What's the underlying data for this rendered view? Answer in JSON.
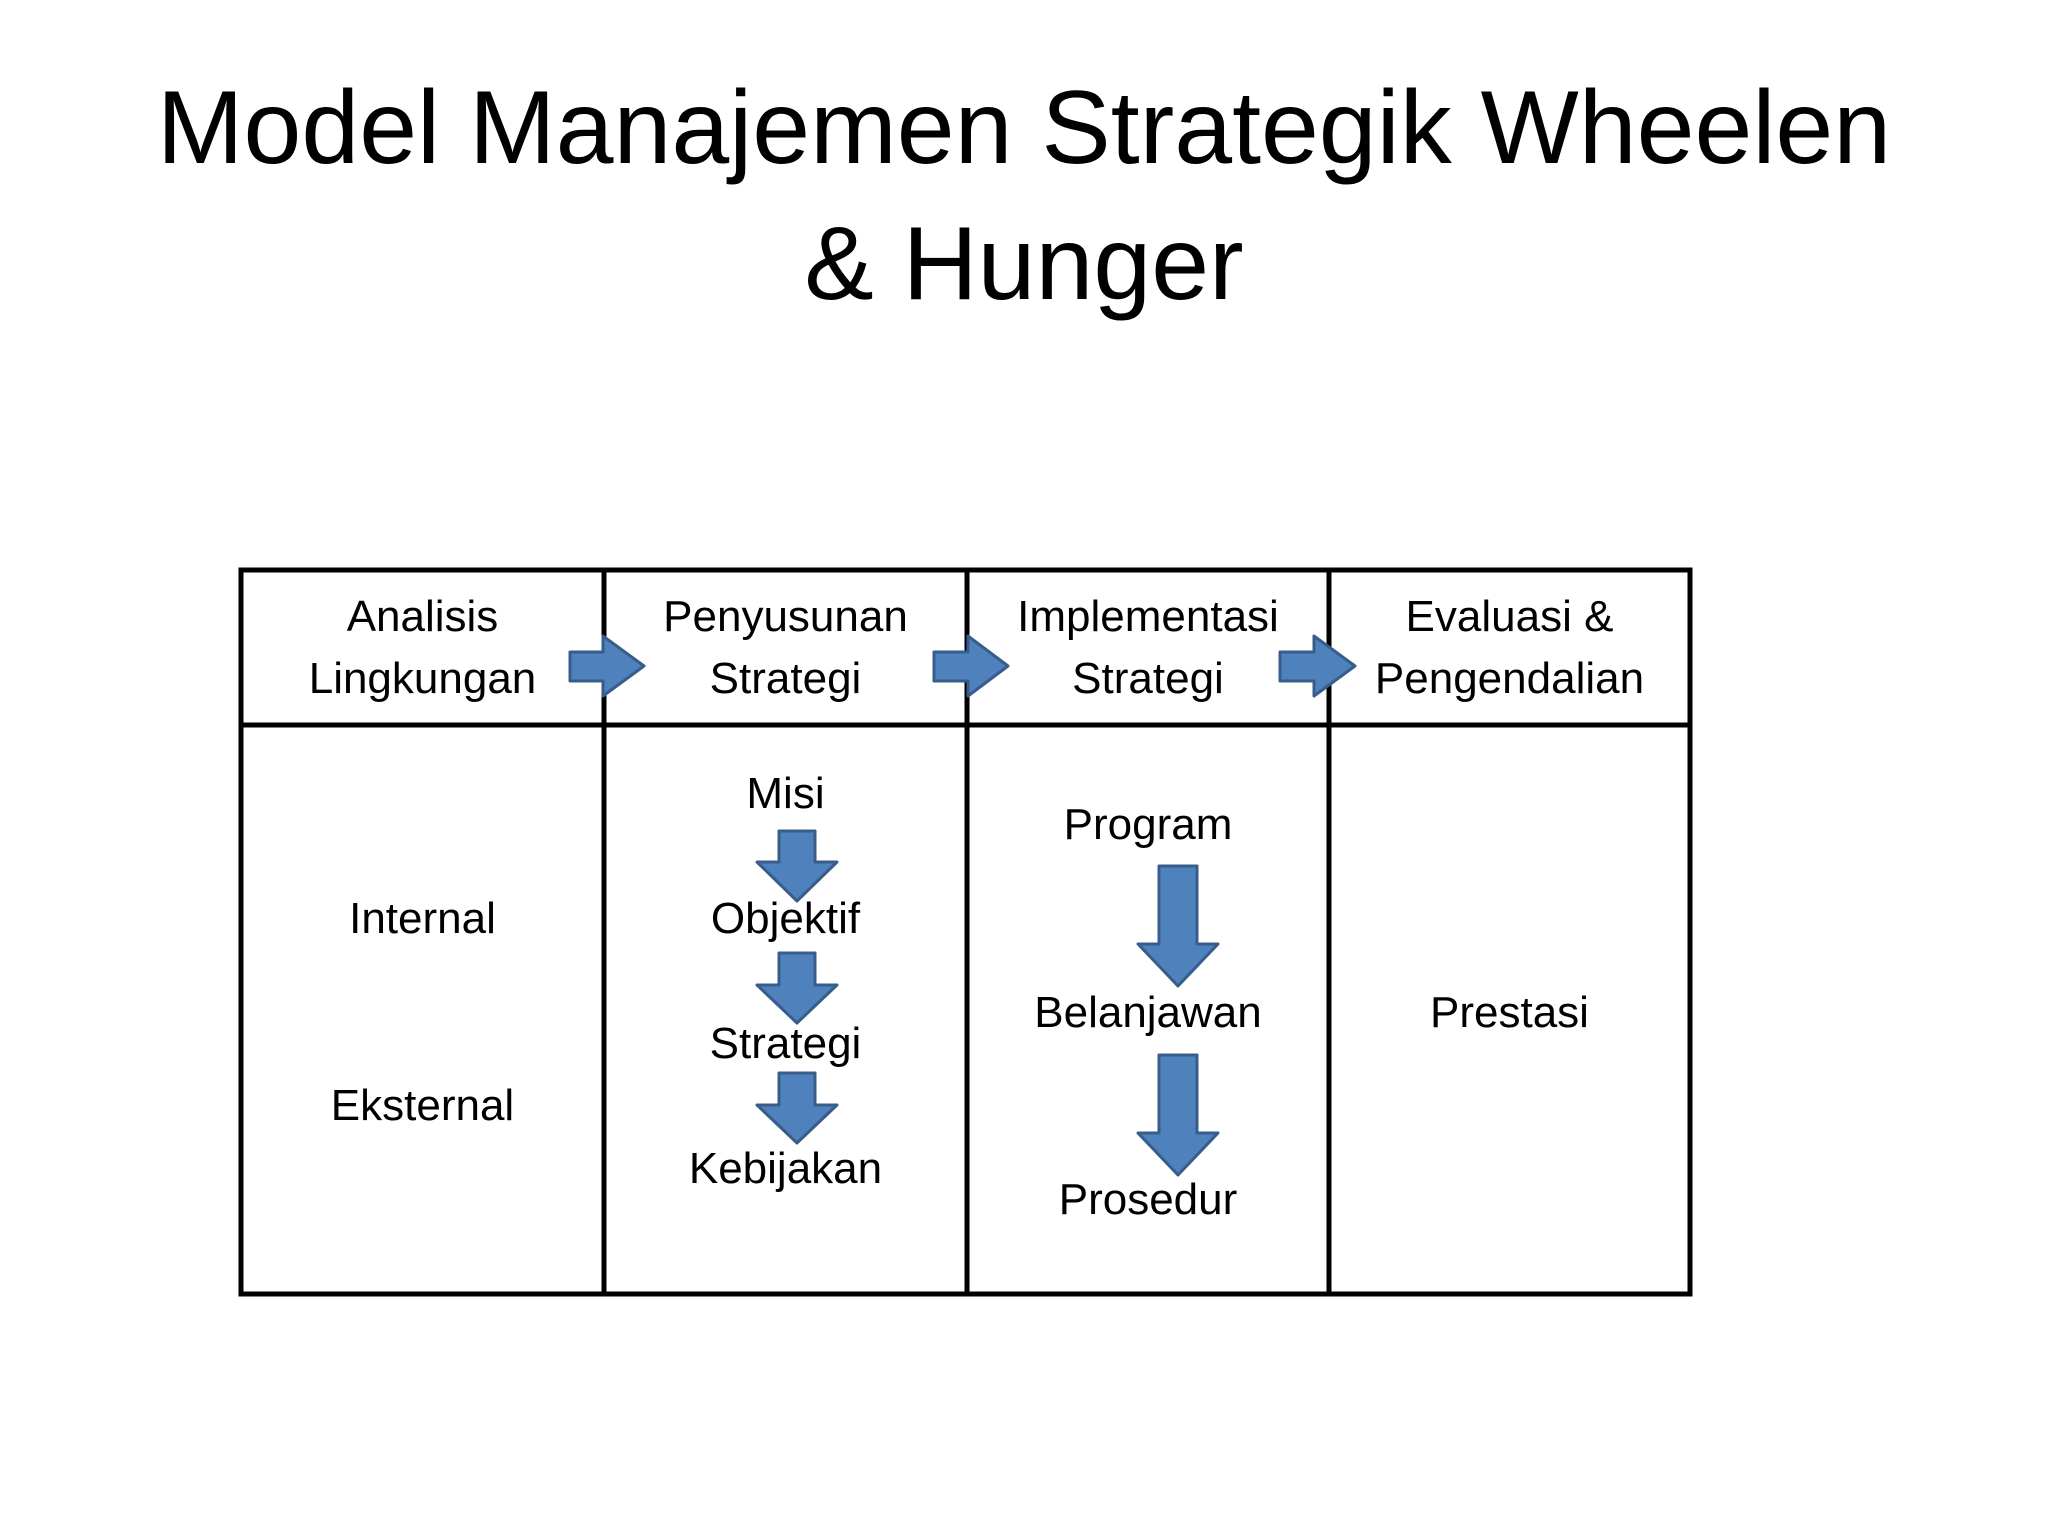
{
  "title": {
    "line1": "Model Manajemen Strategik Wheelen",
    "line2": "& Hunger"
  },
  "table": {
    "headers": [
      {
        "line1": "Analisis",
        "line2": "Lingkungan"
      },
      {
        "line1": "Penyusunan",
        "line2": "Strategi"
      },
      {
        "line1": "Implementasi",
        "line2": "Strategi"
      },
      {
        "line1": "Evaluasi &",
        "line2": "Pengendalian"
      }
    ],
    "analysis": {
      "internal": "Internal",
      "external": "Eksternal"
    },
    "formulation": {
      "mission": "Misi",
      "objectives": "Objektif",
      "strategy": "Strategi",
      "policy": "Kebijakan"
    },
    "implementation": {
      "program": "Program",
      "budget": "Belanjawan",
      "procedure": "Prosedur"
    },
    "evaluation": {
      "performance": "Prestasi"
    }
  },
  "colors": {
    "arrow_fill": "#4F81BD",
    "arrow_stroke": "#385D8A",
    "border": "#000000"
  }
}
